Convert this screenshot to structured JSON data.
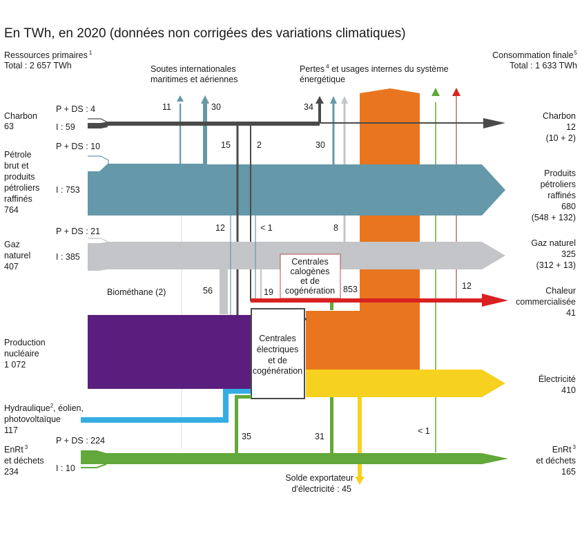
{
  "title": "En TWh, en 2020 (données non corrigées des variations climatiques)",
  "header_left": {
    "line1": "Ressources primaires",
    "sup": "1",
    "line2": "Total : 2 657 TWh"
  },
  "header_right": {
    "line1": "Consommation finale",
    "sup": "5",
    "line2": "Total : 1 633 TWh"
  },
  "top_labels": {
    "soutes": [
      "Soutes internationales",
      "maritimes et aériennes"
    ],
    "pertes_a": "Pertes",
    "pertes_sup": "4",
    "pertes_b": " et usages internes du système",
    "pertes_c": "énergétique"
  },
  "colors": {
    "charbon": "#4a4a4a",
    "petrole": "#6598a8",
    "gaz": "#c3c5c8",
    "nucleaire": "#5a1f7e",
    "hydro": "#36ade2",
    "enr": "#63a83a",
    "pertes": "#e9761e",
    "electricite": "#f7d11f",
    "chaleur": "#d92121",
    "chaleur_thin": "#b07070"
  },
  "chart_data": {
    "type": "sankey",
    "title": "En TWh, en 2020 (données non corrigées des variations climatiques)",
    "unit": "TWh",
    "year": 2020,
    "primary_total": 2657,
    "final_total": 1633,
    "sources": [
      {
        "name": "Charbon",
        "total": "63",
        "p_ds": "P + DS : 4",
        "imports": "I : 59"
      },
      {
        "name": "Pétrole brut et produits pétroliers raffinés",
        "lines": [
          "Pétrole",
          "brut et",
          "produits",
          "pétroliers",
          "raffinés"
        ],
        "total": "764",
        "p_ds": "P + DS : 10",
        "imports": "I : 753"
      },
      {
        "name": "Gaz naturel",
        "lines": [
          "Gaz",
          "naturel"
        ],
        "total": "407",
        "p_ds": "P + DS : 21",
        "imports": "I : 385"
      },
      {
        "name": "Production nucléaire",
        "lines": [
          "Production",
          "nucléaire"
        ],
        "total": "1 072"
      },
      {
        "name": "Hydraulique, éolien, photovoltaïque",
        "lines": [
          "Hydraulique",
          "photovoltaïque"
        ],
        "line1_sup": "2",
        "line1_rest": ", éolien,",
        "total": "117"
      },
      {
        "name": "EnRt et déchets",
        "lines": [
          "EnRt",
          "et déchets"
        ],
        "line1_sup": "3",
        "total": "234",
        "p_ds": "P + DS : 224",
        "imports": "I : 10"
      }
    ],
    "final": [
      {
        "name": "Charbon",
        "lines": [
          "Charbon"
        ],
        "total": "12",
        "detail": "(10 + 2)"
      },
      {
        "name": "Produits pétroliers raffinés",
        "lines": [
          "Produits",
          "pétroliers",
          "raffinés"
        ],
        "total": "680",
        "detail": "(548 + 132)"
      },
      {
        "name": "Gaz naturel",
        "lines": [
          "Gaz naturel"
        ],
        "total": "325",
        "detail": "(312 + 13)"
      },
      {
        "name": "Chaleur commercialisée",
        "lines": [
          "Chaleur",
          "commercialisée"
        ],
        "total": "41"
      },
      {
        "name": "Électricité",
        "lines": [
          "Électricité"
        ],
        "total": "410"
      },
      {
        "name": "EnRt et déchets",
        "lines": [
          "EnRt",
          "et déchets"
        ],
        "sup": "3",
        "total": "165"
      }
    ],
    "transformers": {
      "heat": [
        "Centrales",
        "calogènes",
        "et de",
        "cogénération"
      ],
      "power": [
        "Centrales",
        "électriques",
        "et de",
        "cogénération"
      ]
    },
    "flow_labels": {
      "soutes_petrole_1": "11",
      "soutes_petrole_2": "30",
      "pertes_charbon": "34",
      "charbon_to_power": "15",
      "charbon_to_heat": "2",
      "pertes_petrole": "30",
      "petrole_to_power": "12",
      "petrole_to_heat": "< 1",
      "pertes_gaz": "8",
      "gaz_to_power": "56",
      "gaz_to_heat": "19",
      "pertes_power": "853",
      "heat_losses": "12",
      "biomethane": "Biométhane (2)",
      "enr_to_power": "35",
      "enr_to_heat": "31",
      "enr_losses": "< 1",
      "export": [
        "Solde exportateur",
        "d'électricité : 45"
      ]
    }
  }
}
